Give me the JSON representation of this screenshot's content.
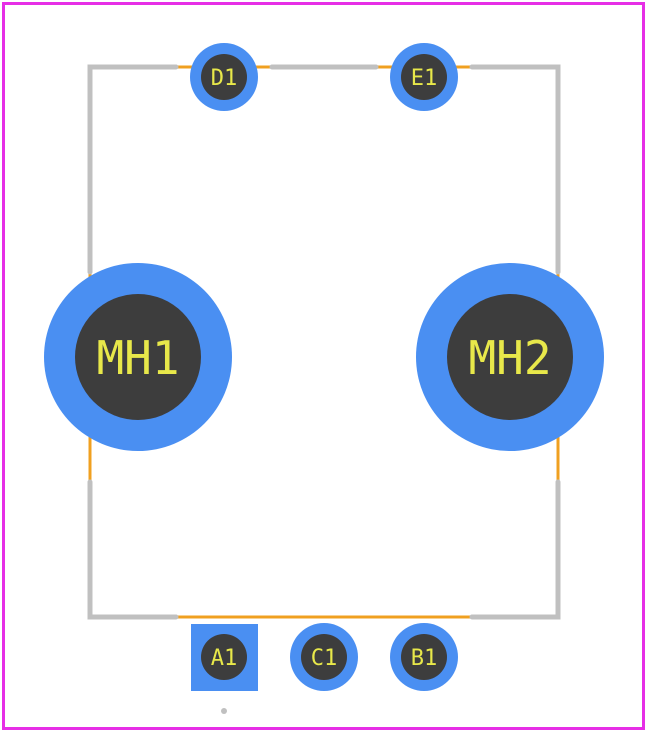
{
  "colors": {
    "board_outline": "#e62ee6",
    "silkscreen": "#c0c0c0",
    "courtyard": "#f0a020",
    "pad_copper": "#4a8ff2",
    "drill_hole": "#3d3d3d",
    "label": "#e8e84a",
    "pin1_marker": "#c0c0c0"
  },
  "pads": [
    {
      "name": "D1",
      "shape": "circle"
    },
    {
      "name": "E1",
      "shape": "circle"
    },
    {
      "name": "A1",
      "shape": "square"
    },
    {
      "name": "C1",
      "shape": "circle"
    },
    {
      "name": "B1",
      "shape": "circle"
    }
  ],
  "mounting_holes": [
    {
      "name": "MH1"
    },
    {
      "name": "MH2"
    }
  ]
}
